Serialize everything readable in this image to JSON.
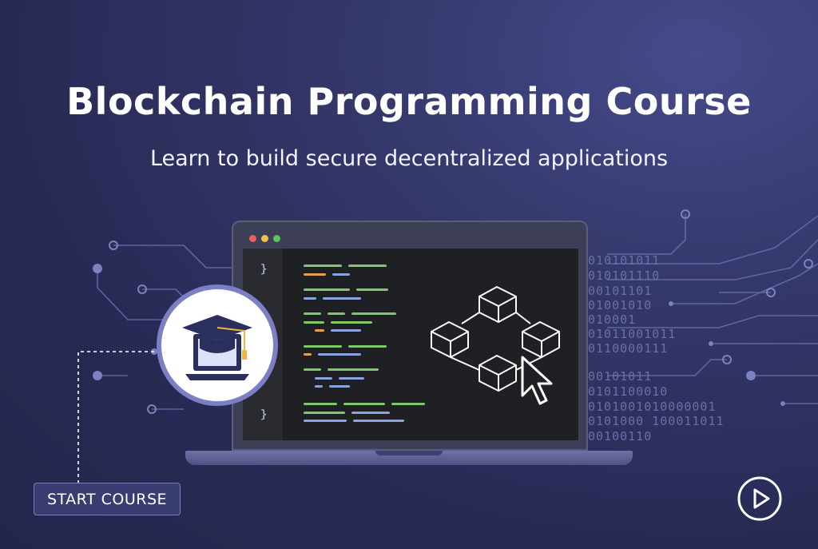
{
  "header": {
    "title": "Blockchain Programming Course",
    "subtitle": "Learn to build secure decentralized applications"
  },
  "actions": {
    "start_label": "START COURSE"
  },
  "binary_lines": [
    "010101011",
    "010101110",
    "00101101",
    "01001010",
    "010001",
    "01011001011",
    "0110000111",
    "00101011",
    "0101100010",
    "0101001010000001",
    "0101000 100011011",
    "00100110"
  ],
  "editor": {
    "gutter_glyphs": [
      "}",
      "}"
    ]
  },
  "colors": {
    "background": "#2b2d5a",
    "accent": "#7b80c4",
    "code_green": "#7cc96a",
    "code_blue": "#8aa4e0",
    "code_orange": "#e0a24c",
    "window_red": "#ec5f5f",
    "window_yellow": "#f2bf4a",
    "window_green": "#5bc45d"
  },
  "icons": {
    "hero": "graduation-cap-laptop-icon",
    "diagram": "blockchain-blocks-icon",
    "cursor": "mouse-pointer-icon",
    "play": "play-icon"
  }
}
